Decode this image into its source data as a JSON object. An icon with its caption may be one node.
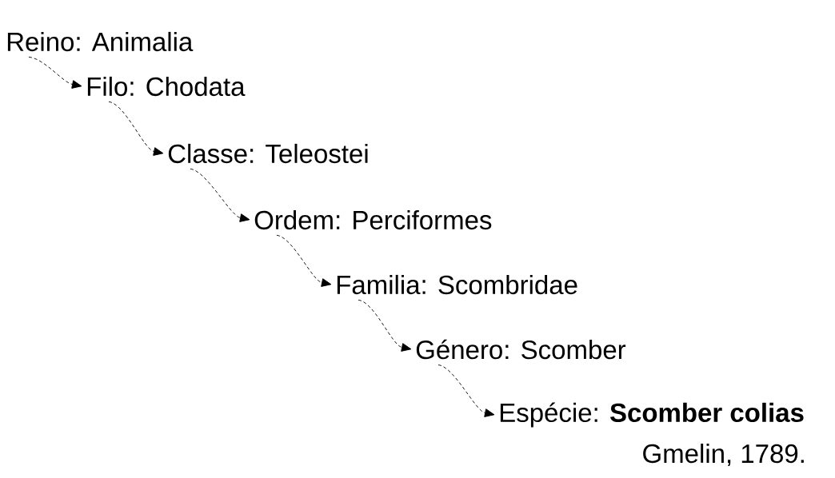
{
  "diagram": {
    "nodes": [
      {
        "text": [
          "Reino: Animalia"
        ]
      },
      {
        "text": [
          "Filo: Chodata"
        ]
      },
      {
        "text": [
          "Classe: Teleostei"
        ]
      },
      {
        "text": [
          "Ordem: Perciformes"
        ]
      },
      {
        "text": [
          "Familia: Scombridae"
        ]
      },
      {
        "text": [
          "Género: Scomber"
        ]
      },
      {
        "text": [
          "Espécie: **Scomber colias**"
        ],
        "beside": [
          "Gmelin, 1789."
        ]
      }
    ],
    "edges": [
      {
        "from": 0,
        "to": 1,
        "arrow": "to",
        "style": "dashed"
      },
      {
        "from": 1,
        "to": 2,
        "arrow": "to",
        "style": "dashed"
      },
      {
        "from": 2,
        "to": 3,
        "arrow": "to",
        "style": "dashed"
      },
      {
        "from": 3,
        "to": 4,
        "arrow": "to",
        "style": "dashed"
      },
      {
        "from": 4,
        "to": 5,
        "arrow": "to",
        "style": "dashed"
      },
      {
        "from": 5,
        "to": 6,
        "arrow": "to",
        "style": "dashed"
      }
    ]
  }
}
